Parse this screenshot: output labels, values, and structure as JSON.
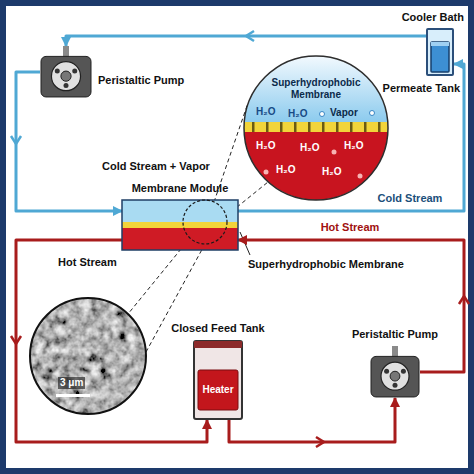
{
  "diagram": {
    "nodes": [
      {
        "text": [
          "Cooler Bath"
        ]
      },
      {
        "text": [
          "Permeate Tank"
        ],
        "in": 0
      },
      {
        "text": [
          "Peristaltic Pump"
        ]
      },
      {
        "text": [
          "Membrane Module"
        ]
      },
      {
        "text": [
          "Closed Feed Tank"
        ]
      },
      {
        "text": [
          "Heater"
        ],
        "in": 4
      },
      {
        "text": [
          "Peristaltic Pump"
        ]
      }
    ],
    "edges": [
      {
        "from": 3,
        "to": 0,
        "arrow": "to",
        "label": "Cold Stream"
      },
      {
        "from": 0,
        "to": 2,
        "arrow": "to"
      },
      {
        "from": 2,
        "to": 3,
        "arrow": "to"
      },
      {
        "from": 3,
        "to": 4,
        "arrow": "to"
      },
      {
        "from": 4,
        "to": 6,
        "arrow": "to"
      },
      {
        "from": 6,
        "to": 3,
        "arrow": "to",
        "label": "Hot Stream"
      }
    ],
    "labels": [
      "Cold Stream + Vapor",
      "Superhydrophobic Membrane",
      "H₂O",
      "H₂O",
      "Vapor",
      "H₂O",
      "H₂O",
      "H₂O",
      "H₂O",
      "H₂O",
      "Hot Stream",
      "Superhydrophobic Membrane",
      "3 μm"
    ]
  }
}
